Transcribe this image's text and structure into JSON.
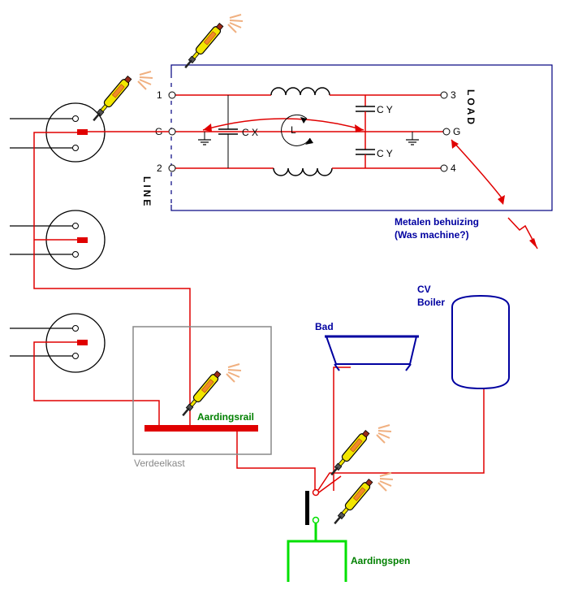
{
  "filter": {
    "terminals": {
      "t1": "1",
      "t2": "2",
      "t3": "3",
      "t4": "4",
      "g_left": "G",
      "g_right": "G"
    },
    "cx": "C X",
    "cy_top": "C Y",
    "cy_bottom": "C Y",
    "coil": "L",
    "line": "LINE",
    "load": "LOAD"
  },
  "labels": {
    "metalen_1": "Metalen behuizing",
    "metalen_2": "(Was machine?)",
    "cv_1": "CV",
    "cv_2": "Boiler",
    "bad": "Bad",
    "aardingsrail": "Aardingsrail",
    "verdeelkast": "Verdeelkast",
    "aardingspen": "Aardingspen"
  },
  "colors": {
    "wire_red": "#e00000",
    "wire_black": "#000000",
    "frame_blue": "#000080",
    "label_blue": "#0000a0",
    "label_green": "#008000",
    "earth_green": "#00e000",
    "box_gray": "#888888",
    "tester_yellow": "#f0e000"
  },
  "icons": {
    "tester": "voltage-tester-screwdriver-icon",
    "outlet": "wall-socket-icon"
  }
}
